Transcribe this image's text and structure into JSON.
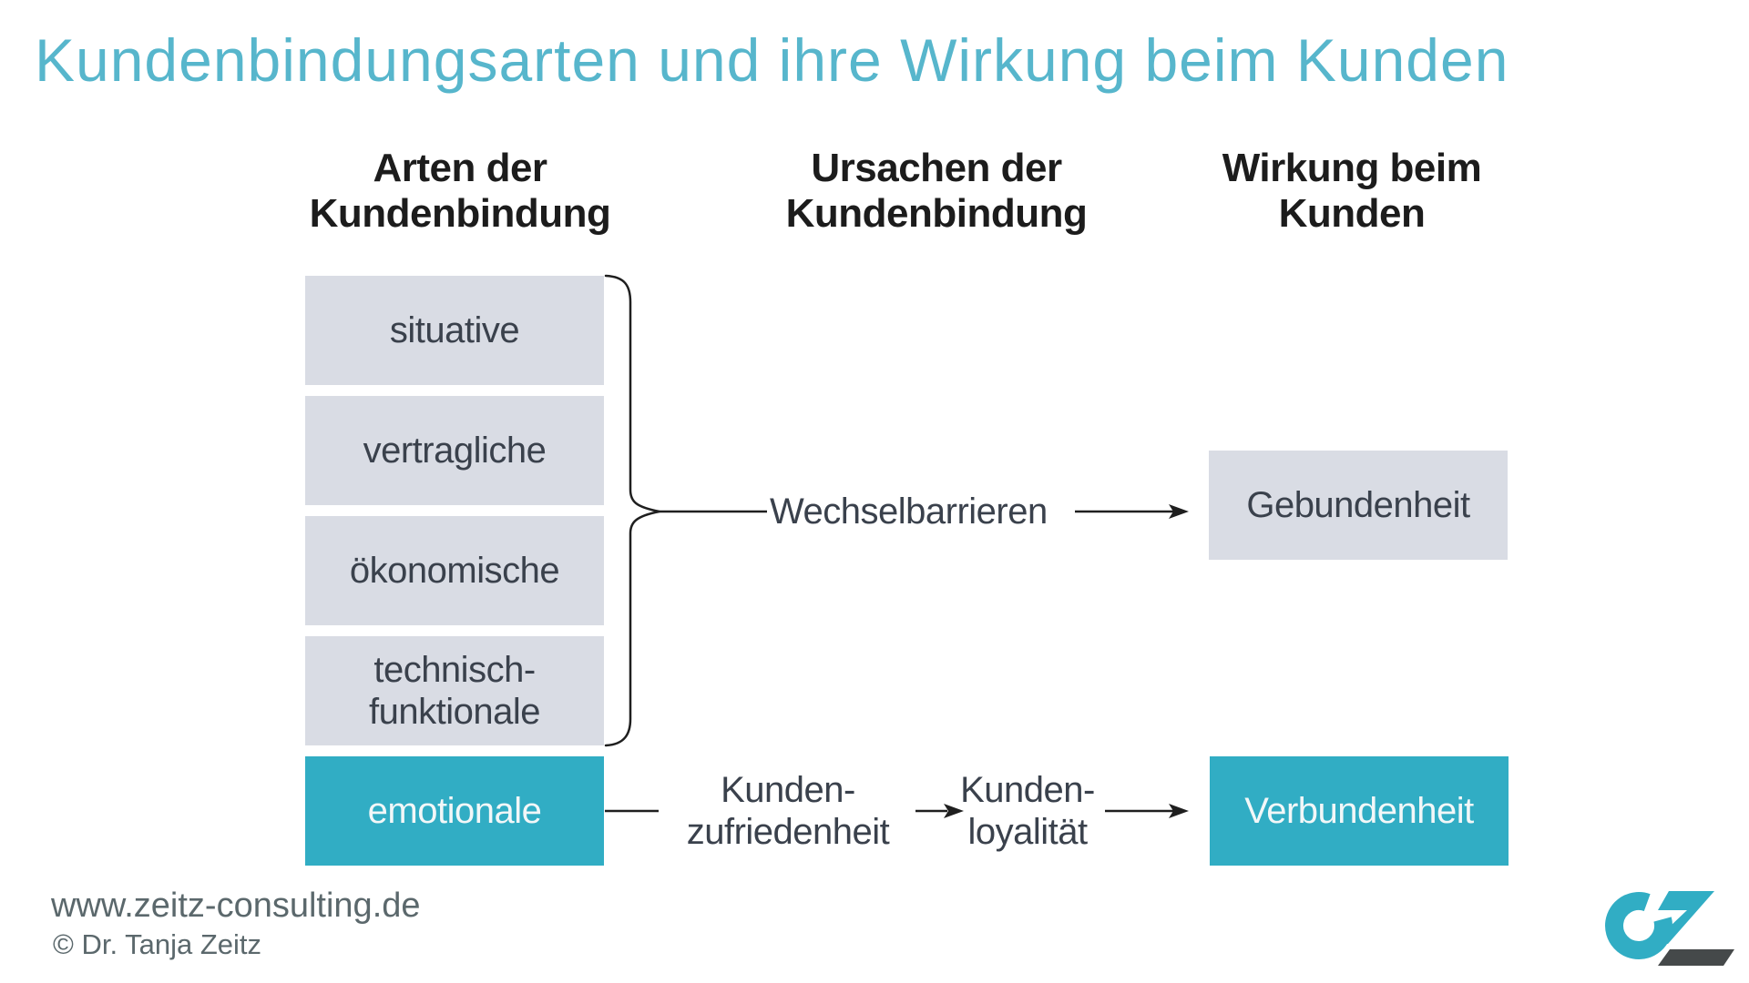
{
  "title": "Kundenbindungsarten und ihre Wirkung beim Kunden",
  "columns": {
    "arten": "Arten der\nKundenbindung",
    "ursachen": "Ursachen der\nKundenbindung",
    "wirkung": "Wirkung beim\nKunden"
  },
  "binding_types": {
    "situative": "situative",
    "vertragliche": "vertragliche",
    "oekonomische": "ökonomische",
    "technisch_funktionale": "technisch-\nfunktionale",
    "emotionale": "emotionale"
  },
  "causes": {
    "wechselbarrieren": "Wechselbarrieren",
    "kundenzufriedenheit": "Kunden-\nzufriedenheit",
    "kundenloyalitaet": "Kunden-\nloyalität"
  },
  "effects": {
    "gebundenheit": "Gebundenheit",
    "verbundenheit": "Verbundenheit"
  },
  "footer": {
    "website": "www.zeitz-consulting.de",
    "copyright": "© Dr. Tanja Zeitz"
  },
  "icons": {
    "logo": "cz-logo"
  },
  "colors": {
    "title_teal": "#57b6cc",
    "accent_teal": "#31adc4",
    "box_gray": "#d9dce4",
    "text_dark": "#3a414c",
    "header_black": "#1c1c1c",
    "line_black": "#1f1f1f",
    "footer_gray": "#5b686c",
    "logo_dark": "#45494a"
  }
}
